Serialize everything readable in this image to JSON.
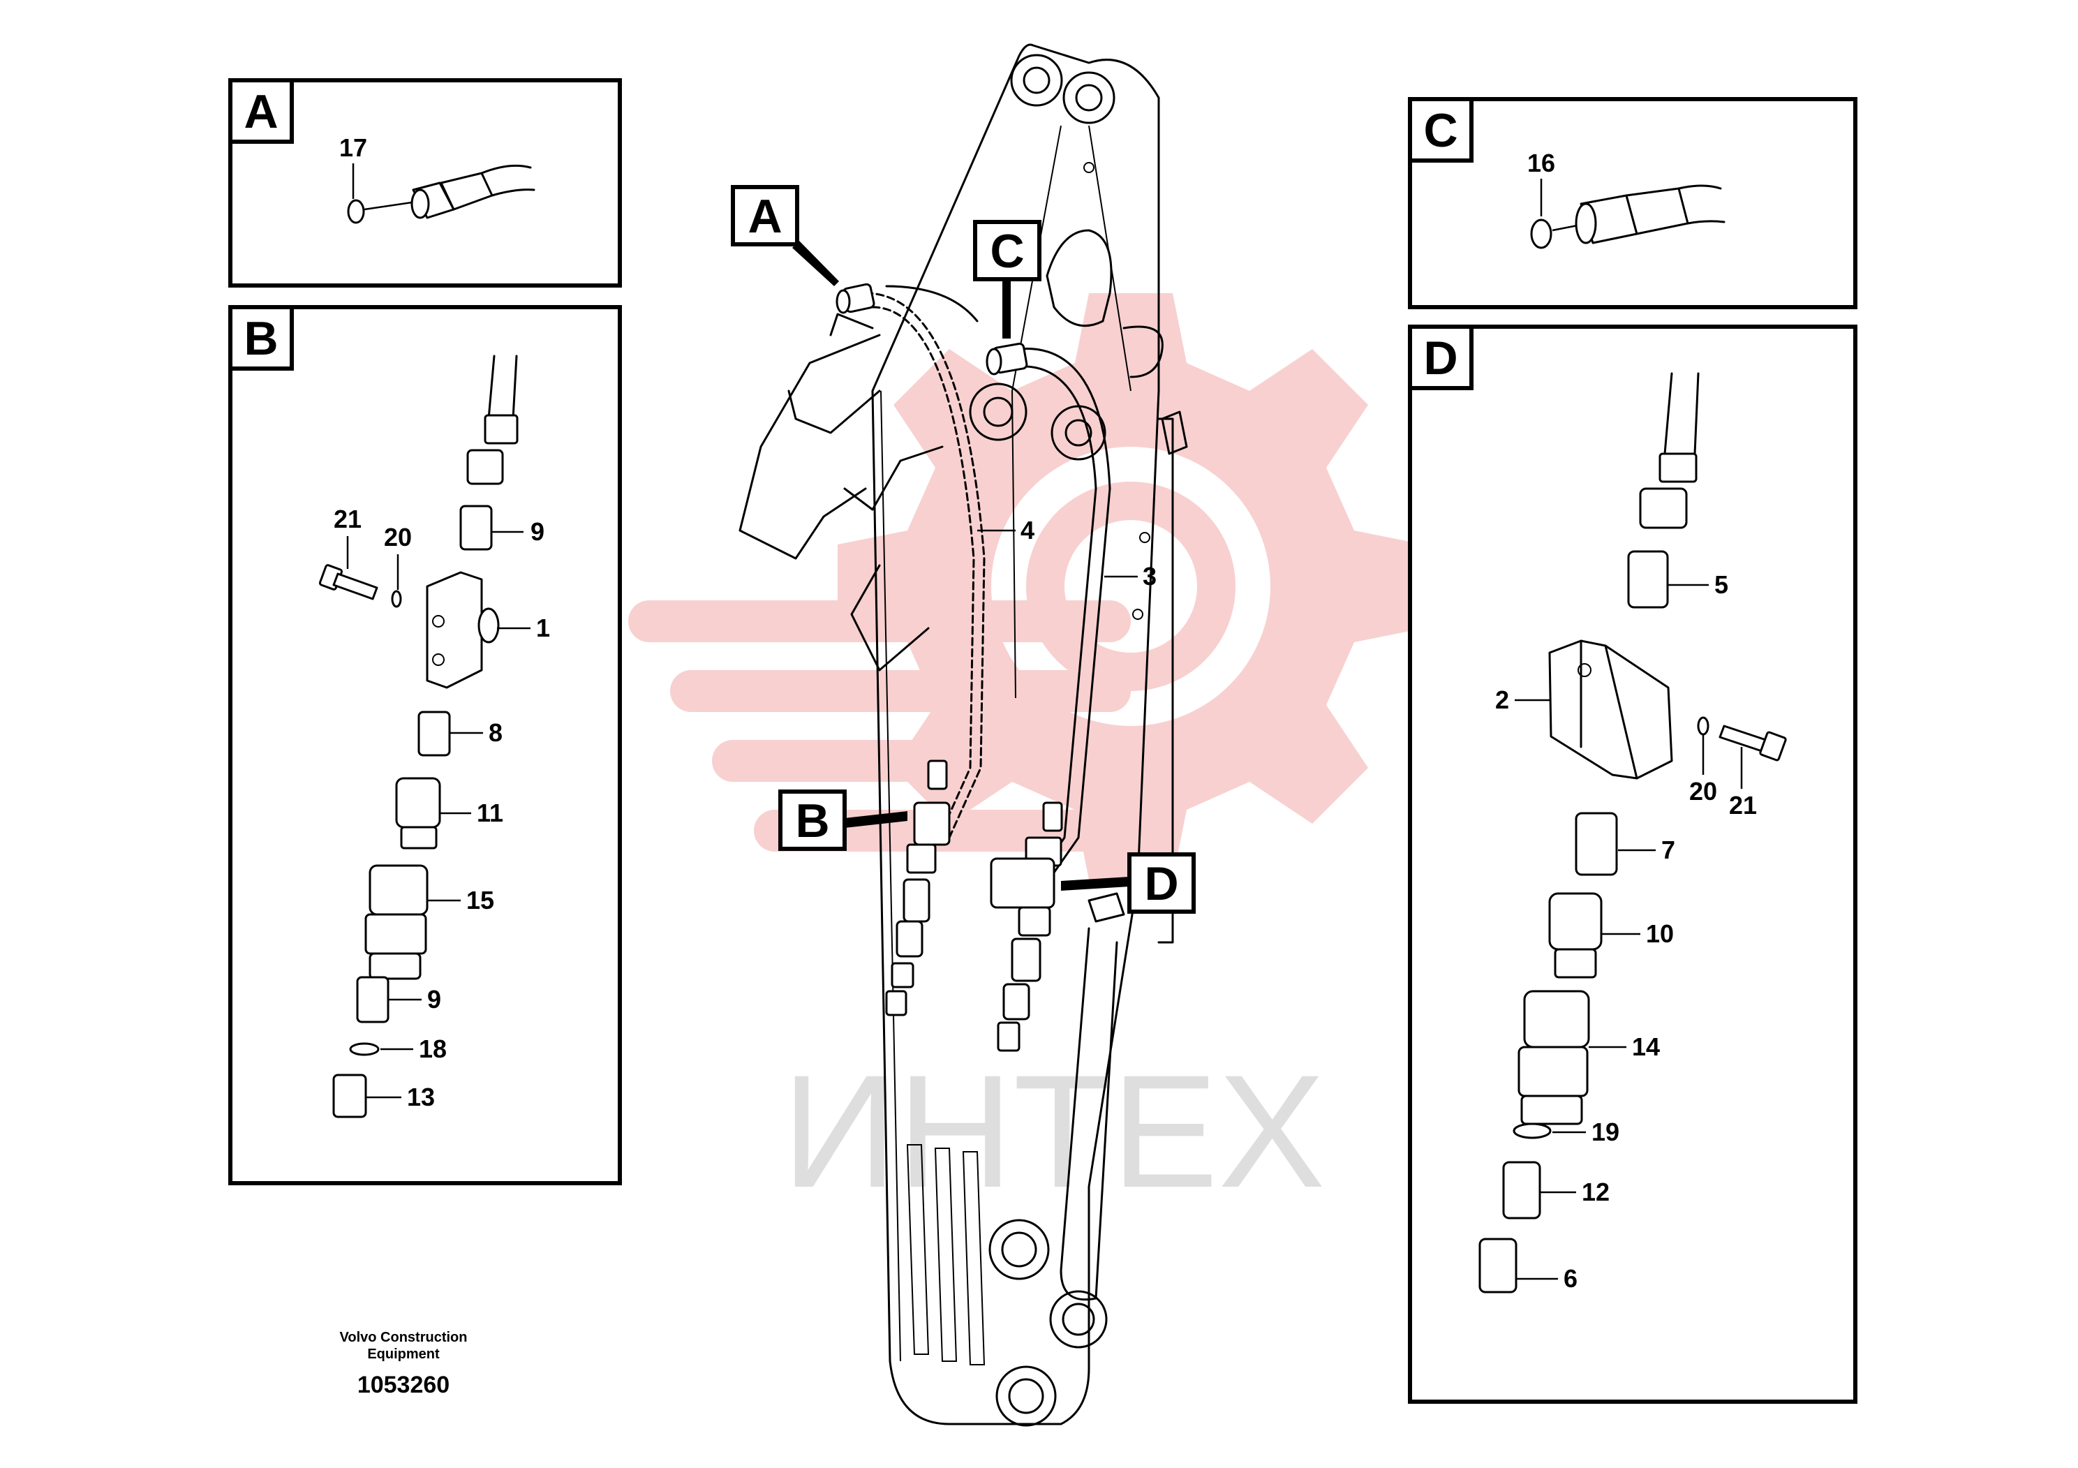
{
  "watermark": {
    "text": "ИНТЕХ",
    "color": "#dedede",
    "gear_color": "#f7c8c8"
  },
  "maker": {
    "line1": "Volvo Construction",
    "line2": "Equipment"
  },
  "drawing_number": "1053260",
  "main_callouts": {
    "a": "A",
    "b": "B",
    "c": "C",
    "d": "D"
  },
  "main_labels": {
    "hose4": "4",
    "hose3": "3"
  },
  "panels": {
    "a": {
      "title": "A",
      "labels": [
        "17"
      ]
    },
    "b": {
      "title": "B",
      "labels": [
        "21",
        "20",
        "9",
        "1",
        "8",
        "11",
        "15",
        "9",
        "18",
        "13"
      ]
    },
    "c": {
      "title": "C",
      "labels": [
        "16"
      ]
    },
    "d": {
      "title": "D",
      "labels": [
        "5",
        "2",
        "20",
        "21",
        "7",
        "10",
        "14",
        "19",
        "12",
        "6"
      ]
    }
  }
}
